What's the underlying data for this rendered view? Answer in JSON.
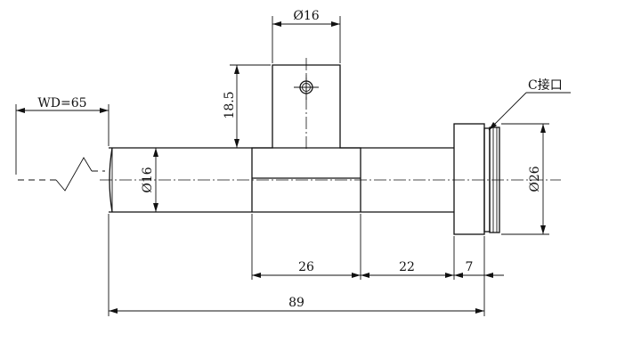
{
  "drawing": {
    "dimensions": {
      "wd": "WD=65",
      "mount_diameter": "Ø16",
      "mount_height": "18.5",
      "body_diameter": "Ø16",
      "flange_diameter": "Ø26",
      "len_26": "26",
      "len_22": "22",
      "len_7": "7",
      "total_length": "89"
    },
    "callout": "C接口"
  }
}
